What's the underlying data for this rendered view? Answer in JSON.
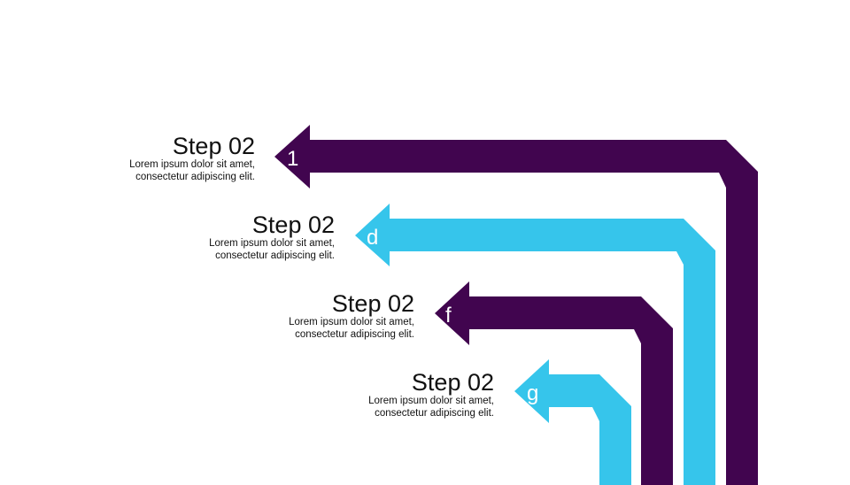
{
  "colors": {
    "purple": "#41054F",
    "cyan": "#36C5EB",
    "text": "#111111",
    "label": "#ffffff"
  },
  "arrows": [
    {
      "label": "1",
      "color": "purple"
    },
    {
      "label": "d",
      "color": "cyan"
    },
    {
      "label": "f",
      "color": "purple"
    },
    {
      "label": "g",
      "color": "cyan"
    }
  ],
  "steps": [
    {
      "title": "Step 02",
      "desc_line1": "Lorem ipsum dolor sit amet,",
      "desc_line2": "consectetur adipiscing elit."
    },
    {
      "title": "Step 02",
      "desc_line1": "Lorem ipsum dolor sit amet,",
      "desc_line2": "consectetur adipiscing elit."
    },
    {
      "title": "Step 02",
      "desc_line1": "Lorem ipsum dolor sit amet,",
      "desc_line2": "consectetur adipiscing elit."
    },
    {
      "title": "Step 02",
      "desc_line1": "Lorem ipsum dolor sit amet,",
      "desc_line2": "consectetur adipiscing elit."
    }
  ]
}
